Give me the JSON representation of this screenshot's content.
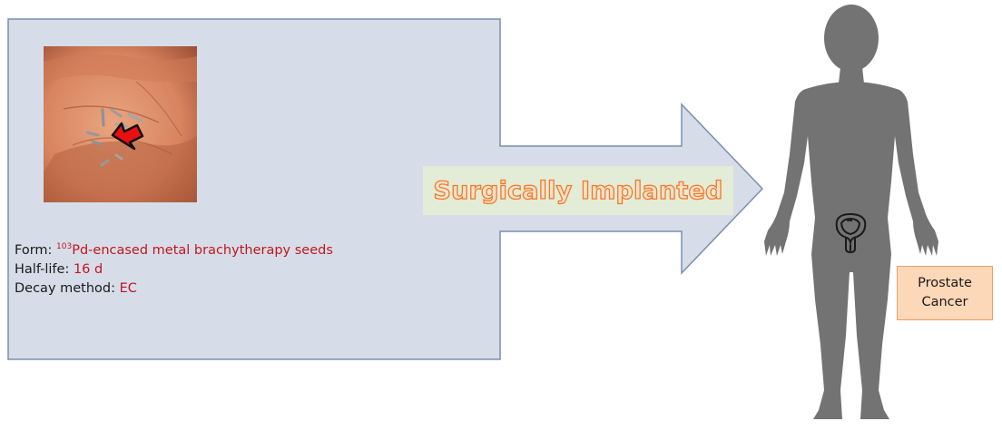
{
  "banner": {
    "label": "Surgically Implanted"
  },
  "isotope": {
    "form_label": "Form:",
    "form_mass_number": "103",
    "form_value": "Pd-encased metal brachytherapy seeds",
    "halflife_label": "Half-life:",
    "halflife_value": "16 d",
    "decay_label": "Decay method:",
    "decay_value": "EC"
  },
  "target": {
    "line1": "Prostate",
    "line2": "Cancer"
  },
  "colors": {
    "panel_fill": "#d6dde8",
    "panel_border": "#7a8fb0",
    "value_text": "#c0171c",
    "banner_fill": "#e3ecd7",
    "banner_text": "#f07a2a",
    "silhouette": "#737373",
    "cancer_box_fill": "#fcd7b8",
    "pointer_arrow": "#e81010"
  },
  "icons": [
    "hand-photo",
    "red-pointer-arrow",
    "human-silhouette",
    "prostate-bladder-icon"
  ]
}
